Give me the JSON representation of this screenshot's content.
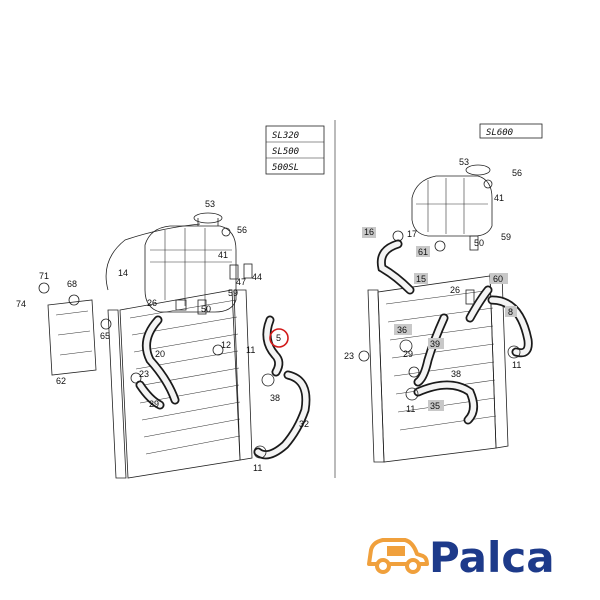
{
  "diagram": {
    "left_variants": [
      "SL320",
      "SL500",
      "500SL"
    ],
    "right_variant": "SL600",
    "left_callouts": [
      "53",
      "56",
      "41",
      "14",
      "44",
      "47",
      "59",
      "71",
      "68",
      "74",
      "26",
      "50",
      "65",
      "62",
      "12",
      "11",
      "5",
      "20",
      "23",
      "29",
      "38",
      "32",
      "11"
    ],
    "right_callouts": [
      "53",
      "56",
      "41",
      "17",
      "61",
      "50",
      "59",
      "16",
      "15",
      "60",
      "26",
      "8",
      "36",
      "39",
      "29",
      "23",
      "11",
      "38",
      "11",
      "35"
    ],
    "highlighted_callout": "5"
  },
  "colors": {
    "highlight_ring": "#d21a1a",
    "brand_blue": "#1d3a8a",
    "brand_orange": "#f0a03c",
    "shaded_label": "#c8c8c8"
  },
  "brand": {
    "name": "Palca"
  }
}
